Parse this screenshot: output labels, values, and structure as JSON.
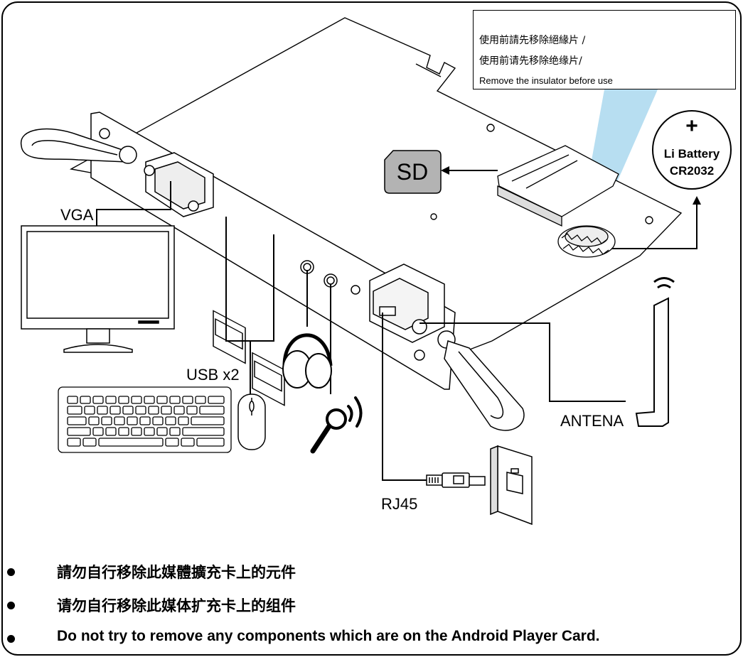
{
  "labels": {
    "vga": "VGA",
    "usb": "USB x2",
    "rj45": "RJ45",
    "antena": "ANTENA",
    "sd": "SD"
  },
  "battery": {
    "plus": "+",
    "line1": "Li Battery",
    "line2": "CR2032"
  },
  "insulator_callout": {
    "traditional": "使用前請先移除絕緣片 /",
    "simplified": "使用前请先移除绝缘片/",
    "english": "Remove the insulator before use"
  },
  "notes": [
    "請勿自行移除此媒體擴充卡上的元件",
    "请勿自行移除此媒体扩充卡上的组件",
    "Do not try to remove any components which are on the Android Player Card."
  ],
  "colors": {
    "frame": "#000000",
    "highlight_beam": "#9fd3ec",
    "arrow_blue": "#3b9ad9",
    "sd_card_fill": "#b3b3b3"
  },
  "icons": [
    "monitor-icon",
    "keyboard-icon",
    "mouse-icon",
    "headphones-icon",
    "microphone-icon",
    "antenna-icon",
    "ethernet-cable-icon",
    "wall-jack-icon",
    "sd-card-icon",
    "coin-battery-icon"
  ]
}
